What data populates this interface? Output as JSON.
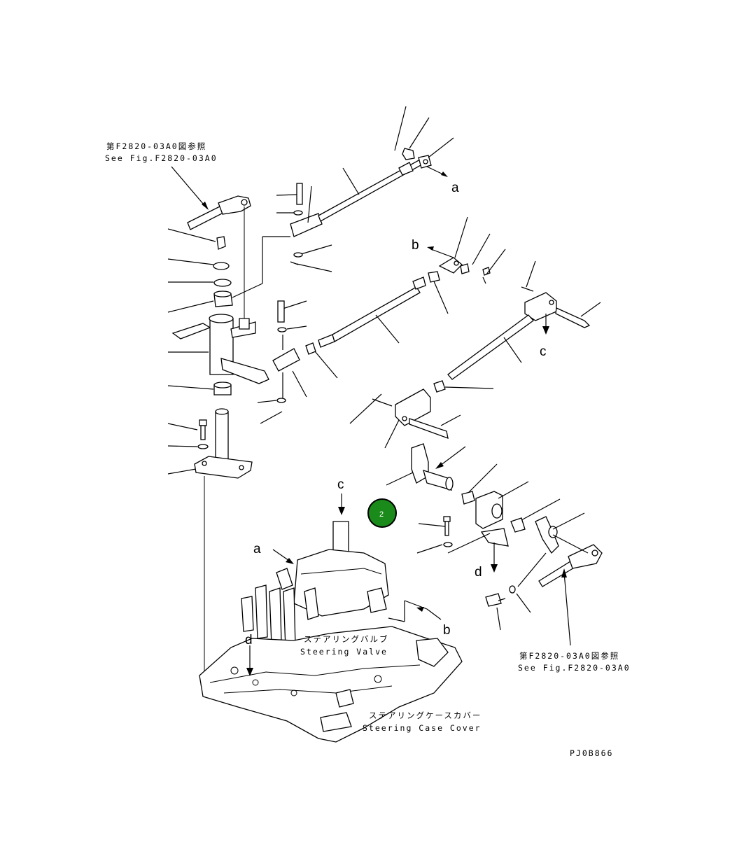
{
  "labels": {
    "ref_top_jp": "第F2820-03A0図参照",
    "ref_top_en": "See Fig.F2820-03A0",
    "ref_right_jp": "第F2820-03A0図参照",
    "ref_right_en": "See Fig.F2820-03A0",
    "steering_valve_jp": "ステアリングバルブ",
    "steering_valve_en": "Steering Valve",
    "case_cover_jp": "ステアリングケースカバー",
    "case_cover_en": "Steering Case Cover",
    "drawing_code": "PJ0B866"
  },
  "markers": {
    "a": "a",
    "b": "b",
    "c": "c",
    "d": "d"
  },
  "callout": {
    "number": "2",
    "color": "#1a8a1a"
  }
}
